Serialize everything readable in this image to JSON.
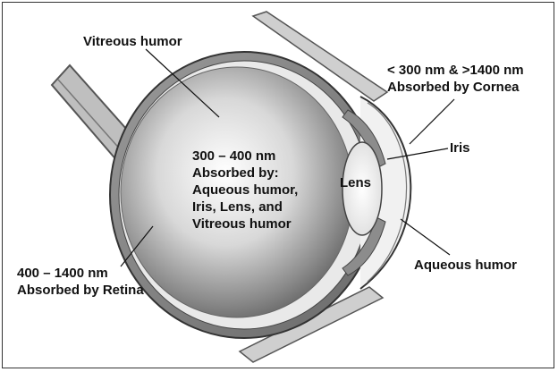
{
  "labels": {
    "vitreous": "Vitreous humor",
    "cornea_line1": "< 300 nm & >1400 nm",
    "cornea_line2": "Absorbed by Cornea",
    "iris": "Iris",
    "lens": "Lens",
    "aqueous": "Aqueous humor",
    "retina_line1": "400 – 1400 nm",
    "retina_line2": "Absorbed by Retina"
  },
  "center_text": {
    "line1": "300 – 400 nm",
    "line2": "Absorbed by:",
    "line3": "Aqueous humor,",
    "line4": "Iris, Lens, and",
    "line5": "Vitreous humor"
  }
}
